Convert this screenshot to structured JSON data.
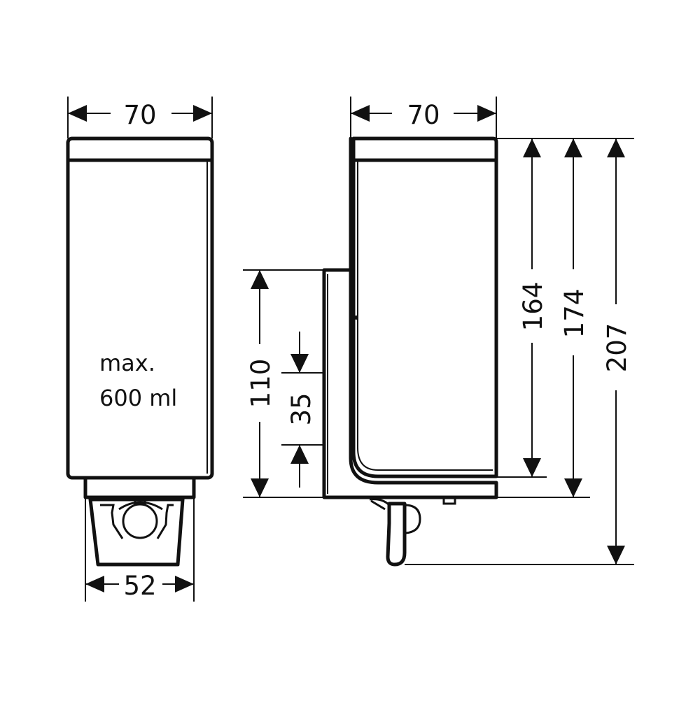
{
  "dimensions": {
    "front_width": "70",
    "side_width": "70",
    "base_width": "52",
    "height_164": "164",
    "height_174": "174",
    "height_207": "207",
    "height_110": "110",
    "height_35": "35"
  },
  "capacity": {
    "line1": "max.",
    "line2": "600 ml"
  },
  "colors": {
    "ink": "#111111",
    "background": "#ffffff"
  }
}
